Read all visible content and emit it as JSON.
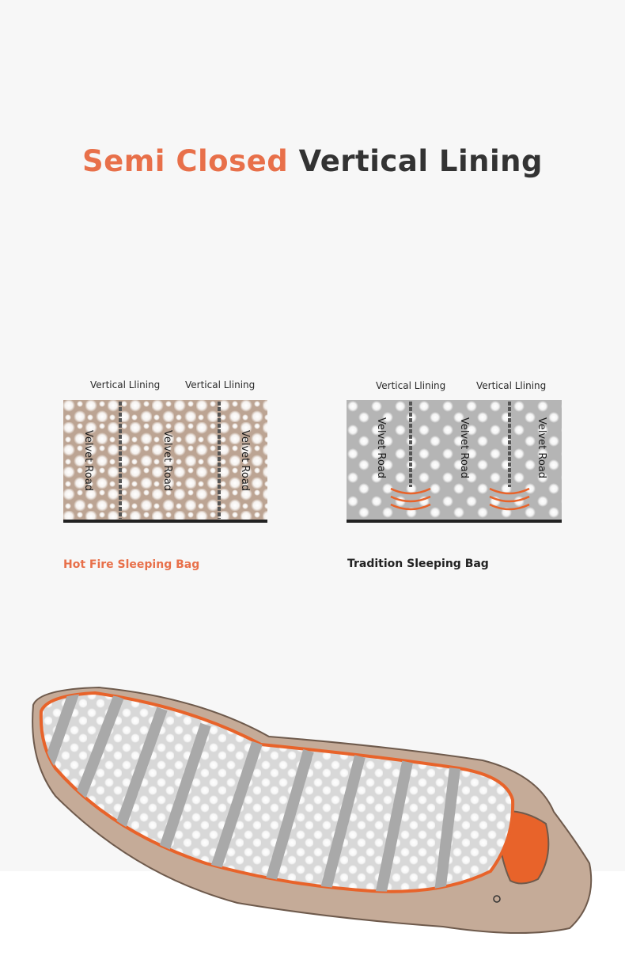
{
  "header": {
    "title_accent": "Semi Closed",
    "title_rest": "Vertical Lining"
  },
  "left_diagram": {
    "top_labels": [
      "Vertical Llining",
      "Vertical Llining"
    ],
    "channel_labels": [
      "Velvet Road",
      "Velvet Road",
      "Velvet Road"
    ],
    "caption": "Hot Fire Sleeping Bag"
  },
  "right_diagram": {
    "top_labels": [
      "Vertical Llining",
      "Vertical Llining"
    ],
    "channel_labels": [
      "Velvet Road",
      "Velvet Road",
      "Velvet Road"
    ],
    "caption": "Tradition Sleeping Bag"
  },
  "colors": {
    "accent": "#e8704a",
    "dark": "#333333",
    "left_fill": "#bca493",
    "right_fill": "#b5b5b5",
    "bag_shell": "#c5ab98",
    "bag_trim": "#e8632a"
  }
}
